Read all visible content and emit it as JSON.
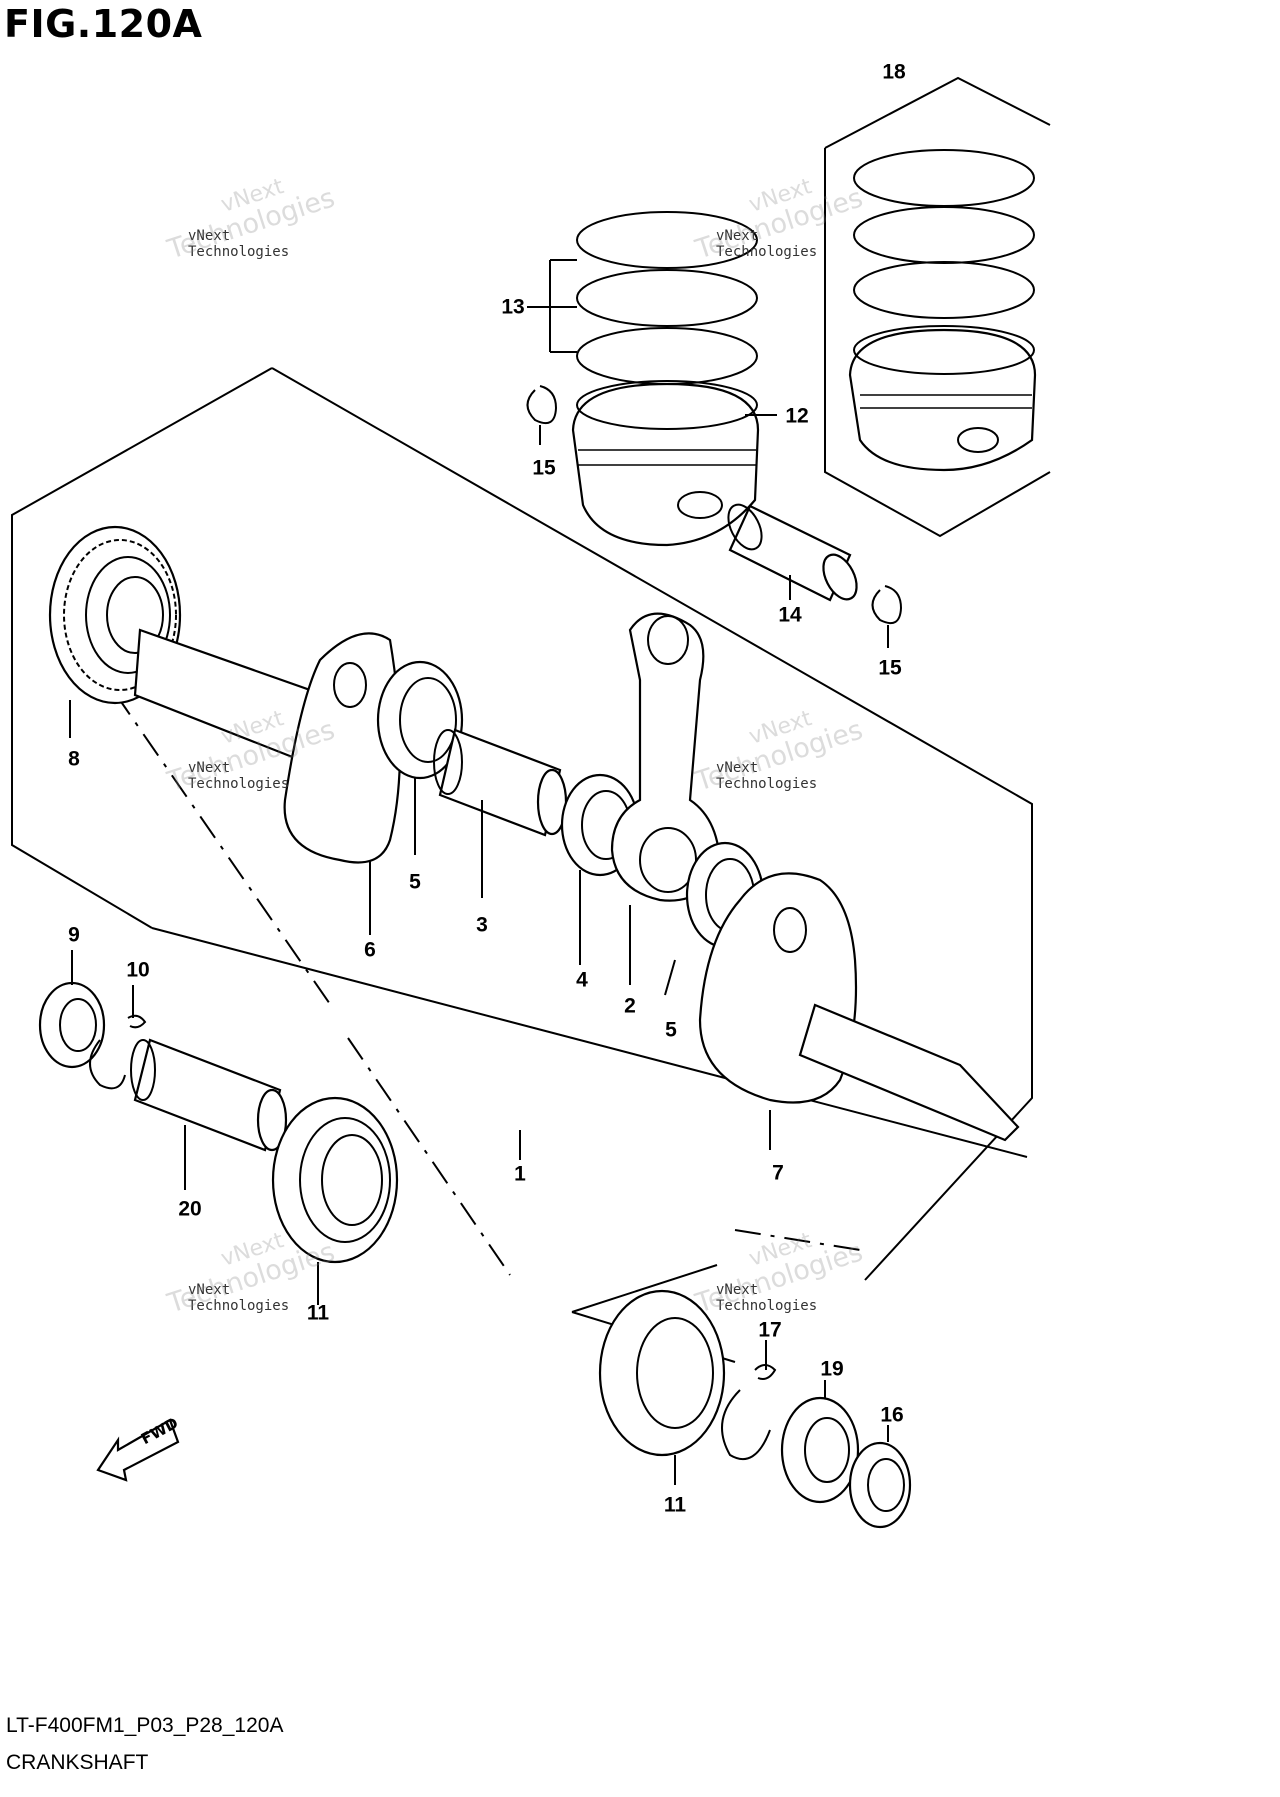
{
  "figure": {
    "title": "FIG.120A",
    "code": "LT-F400FM1_P03_P28_120A",
    "description": "CRANKSHAFT"
  },
  "callouts": [
    {
      "id": "c1",
      "label": "1"
    },
    {
      "id": "c2",
      "label": "2"
    },
    {
      "id": "c3",
      "label": "3"
    },
    {
      "id": "c4",
      "label": "4"
    },
    {
      "id": "c5a",
      "label": "5"
    },
    {
      "id": "c5b",
      "label": "5"
    },
    {
      "id": "c6",
      "label": "6"
    },
    {
      "id": "c7",
      "label": "7"
    },
    {
      "id": "c8",
      "label": "8"
    },
    {
      "id": "c9",
      "label": "9"
    },
    {
      "id": "c10",
      "label": "10"
    },
    {
      "id": "c11a",
      "label": "11"
    },
    {
      "id": "c11b",
      "label": "11"
    },
    {
      "id": "c12",
      "label": "12"
    },
    {
      "id": "c13",
      "label": "13"
    },
    {
      "id": "c14",
      "label": "14"
    },
    {
      "id": "c15a",
      "label": "15"
    },
    {
      "id": "c15b",
      "label": "15"
    },
    {
      "id": "c16",
      "label": "16"
    },
    {
      "id": "c17",
      "label": "17"
    },
    {
      "id": "c18",
      "label": "18"
    },
    {
      "id": "c19",
      "label": "19"
    },
    {
      "id": "c20",
      "label": "20"
    }
  ],
  "fwd_arrow": {
    "label": "FWD",
    "icon": "fwd-arrow-icon"
  },
  "watermark": {
    "line1": "vNext Technologies",
    "line2": "Technologies",
    "line3": "vNext"
  }
}
